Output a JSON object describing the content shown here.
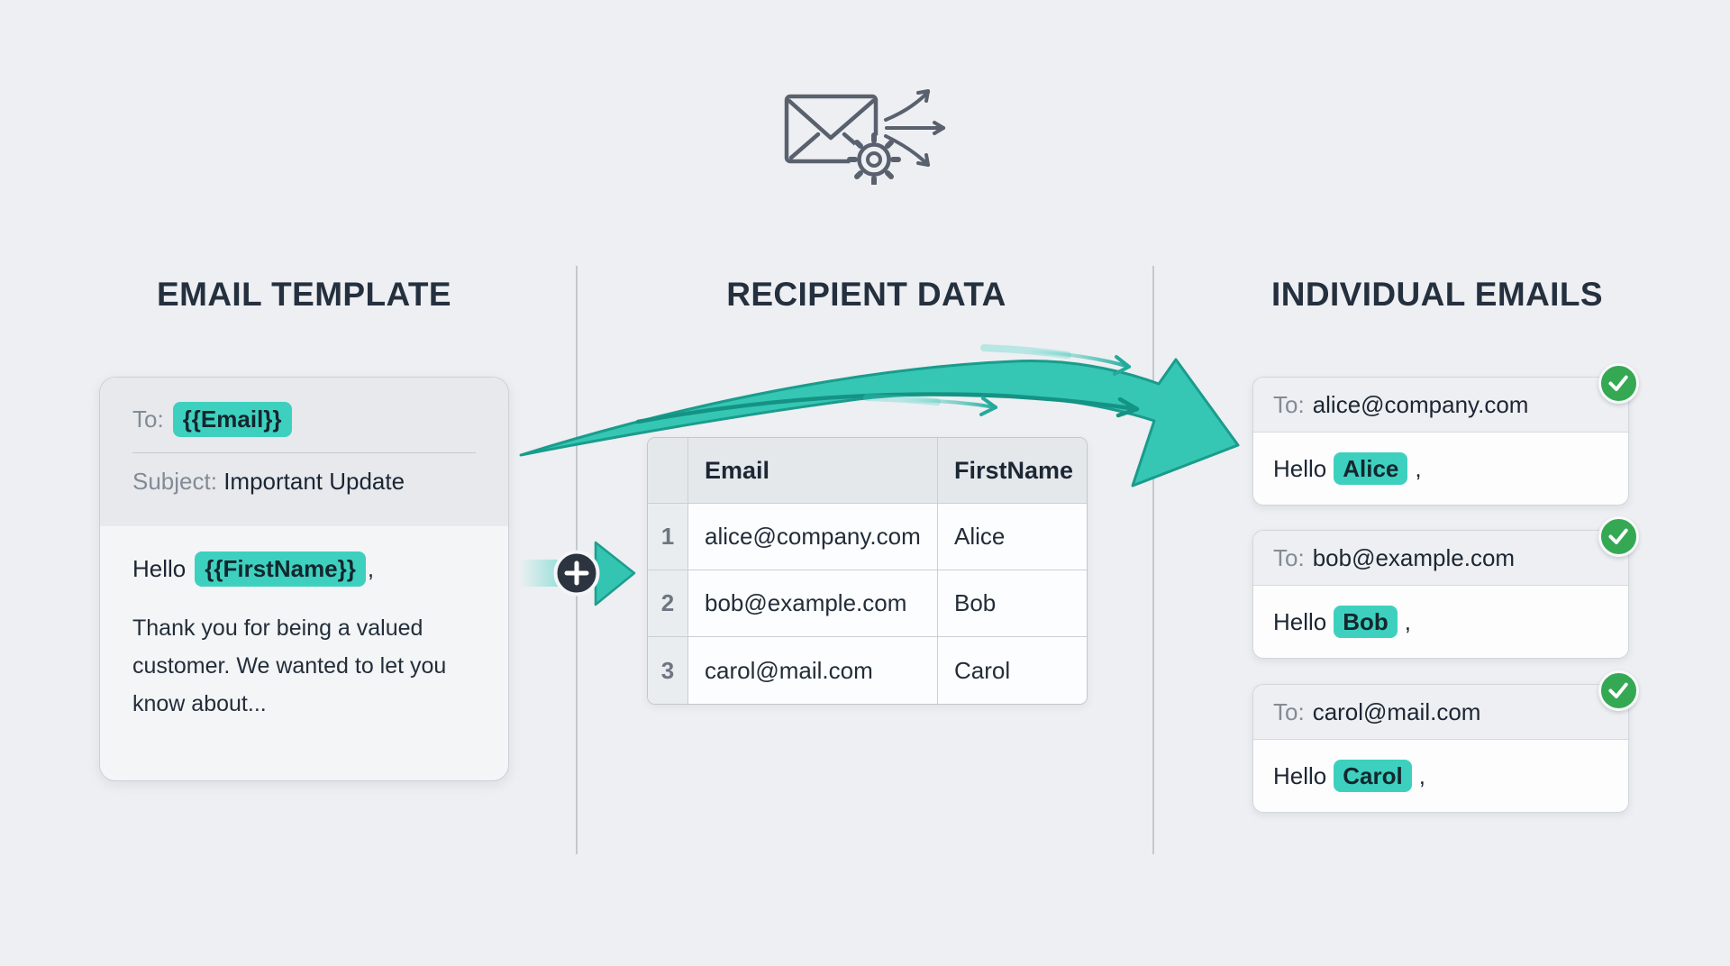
{
  "sections": {
    "template": {
      "title": "EMAIL TEMPLATE"
    },
    "recipients": {
      "title": "RECIPIENT DATA"
    },
    "individual": {
      "title": "INDIVIDUAL EMAILS"
    }
  },
  "template_card": {
    "to_label": "To:",
    "to_token": "{{Email}}",
    "subject_label": "Subject:",
    "subject_value": "Important Update",
    "greeting_prefix": "Hello",
    "greeting_token": "{{FirstName}}",
    "greeting_suffix": ",",
    "body_text": "Thank you for being a valued customer. We wanted to let you know about..."
  },
  "recipient_table": {
    "header": {
      "corner": "",
      "email": "Email",
      "first_name": "FirstName"
    },
    "rows": [
      {
        "num": "1",
        "email": "alice@company.com",
        "first_name": "Alice"
      },
      {
        "num": "2",
        "email": "bob@example.com",
        "first_name": "Bob"
      },
      {
        "num": "3",
        "email": "carol@mail.com",
        "first_name": "Carol"
      }
    ]
  },
  "email_cards": [
    {
      "to_label": "To:",
      "to_value": "alice@company.com",
      "greeting_prefix": "Hello",
      "name": "Alice",
      "greeting_suffix": ","
    },
    {
      "to_label": "To:",
      "to_value": "bob@example.com",
      "greeting_prefix": "Hello",
      "name": "Bob",
      "greeting_suffix": ","
    },
    {
      "to_label": "To:",
      "to_value": "carol@mail.com",
      "greeting_prefix": "Hello",
      "name": "Carol",
      "greeting_suffix": ","
    }
  ],
  "icons": {
    "mail_merge_icon": "envelope-with-gear-and-fanout-arrows",
    "plus_icon": "+",
    "check_icon": "✓",
    "merge_flow_arrow": "large-curved-arrow-left-to-right",
    "motion_arrows": "small-teal-speed-arrows"
  },
  "colors": {
    "background": "#edeff2",
    "heading": "#25303f",
    "text_dark": "#1c2633",
    "text_muted": "#838b96",
    "accent_teal": "#3ed0bf",
    "arrow_teal": "#36c6b4",
    "arrow_outline": "#1a9c8c",
    "badge_green": "#35a853",
    "circle_dark": "#2c3440",
    "icon_stroke": "#59616e"
  }
}
